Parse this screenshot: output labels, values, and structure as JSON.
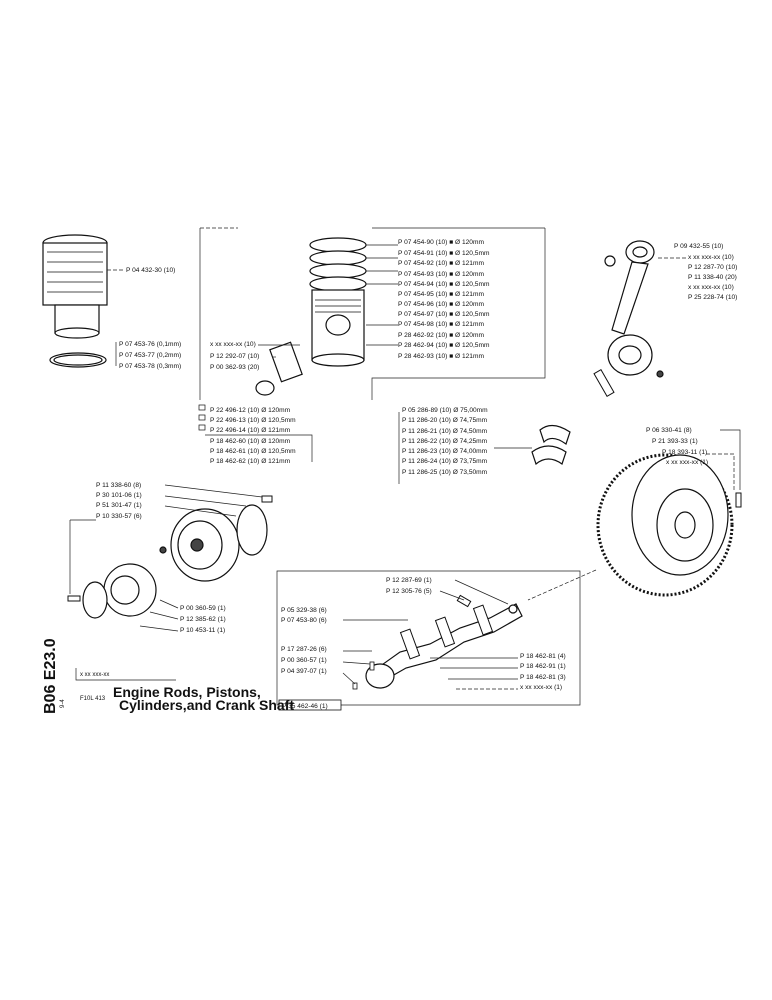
{
  "title_block": {
    "sheet_code": "B06 E23.0",
    "sheet_page": "9-4",
    "group_code": "x xx xxx-xx",
    "model_code": "F10L 413",
    "title_line_1": "Engine Rods, Pistons,",
    "title_line_2": "Cylinders,and Crank Shaft"
  },
  "labels": {
    "cylinder_liner": "P 04 432-30 (10)",
    "shim_1": "P 07 453-76 (0,1mm)",
    "shim_2": "P 07 453-77 (0,2mm)",
    "shim_3": "P 07 453-78 (0,3mm)",
    "ring_1": "P 07 454-90 (10) ■ Ø 120mm",
    "ring_2": "P 07 454-91 (10) ■ Ø 120,5mm",
    "ring_3": "P 07 454-92 (10) ■ Ø 121mm",
    "ring_4": "P 07 454-93 (10) ■ Ø 120mm",
    "ring_5": "P 07 454-94 (10) ■ Ø 120,5mm",
    "ring_6": "P 07 454-95 (10) ■ Ø 121mm",
    "ring_7": "P 07 454-96 (10) ■ Ø 120mm",
    "ring_8": "P 07 454-97 (10) ■ Ø 120,5mm",
    "ring_9": "P 07 454-98 (10) ■ Ø 121mm",
    "piston_1": "P 28 462-92 (10) ■ Ø 120mm",
    "piston_2": "P 28 462-94 (10) ■ Ø 120,5mm",
    "piston_3": "P 28 462-93 (10) ■ Ø 121mm",
    "piston_xx": "x xx xxx-xx (10)",
    "pin_retainer": "P 12 292-07 (10)",
    "piston_pin": "P 00 362-93 (20)",
    "liner_kit_1": "P 22 496-12 (10) Ø 120mm",
    "liner_kit_2": "P 22 496-13 (10) Ø 120,5mm",
    "liner_kit_3": "P 22 496-14 (10) Ø 121mm",
    "liner_set_1": "P 18 462-60 (10) Ø 120mm",
    "liner_set_2": "P 18 462-61 (10) Ø 120,5mm",
    "liner_set_3": "P 18 462-62 (10) Ø 121mm",
    "rod_assembly": "P 09 432-55 (10)",
    "rod_xx_1": "x xx xxx-xx (10)",
    "rod_bolt": "P 12 287-70 (10)",
    "rod_nut": "P 11 338-40 (20)",
    "rod_xx_2": "x xx xxx-xx (10)",
    "rod_bushing": "P 25 228-74 (10)",
    "bearing_1": "P 05 286-89 (10) Ø 75,00mm",
    "bearing_2": "P 11 286-20 (10) Ø 74,75mm",
    "bearing_3": "P 11 286-21 (10) Ø 74,50mm",
    "bearing_4": "P 11 286-22 (10) Ø 74,25mm",
    "bearing_5": "P 11 286-23 (10) Ø 74,00mm",
    "bearing_6": "P 11 286-24 (10) Ø 73,75mm",
    "bearing_7": "P 11 286-25 (10) Ø 73,50mm",
    "bearing_8": "",
    "flywheel_bolt": "P 06 330-41 (8)",
    "ring_gear": "P 21 393-33 (1)",
    "flywheel_1": "P 18 393-11 (1)",
    "flywheel_xx": "x xx xxx-xx (1)",
    "pulley_bolt": "P 11 338-60 (8)",
    "pulley_washer": "P 30 101-06 (1)",
    "pulley_plate": "P 51 301-47 (1)",
    "pulley_screw": "P 10 330-57 (6)",
    "damper": "P 00 360-59 (1)",
    "pulley": "P 12 385-62 (1)",
    "hub": "P 10 453-11 (1)",
    "crank_gear_pin": "P 12 287-69 (1)",
    "crank_plug": "P 12 305-76 (5)",
    "crank_key": "P 05 329-38 (6)",
    "crank_gear": "P 07 453-80 (6)",
    "crank_seal": "P 17 287-26 (6)",
    "crank_dowel": "P 00 360-57 (1)",
    "crank_pin": "P 04 397-07 (1)",
    "main_bearing_4": "P 18 462-81 (4)",
    "main_bearing_1": "P 18 462-91 (1)",
    "main_bearing_3": "P 18 462-81 (3)",
    "crank_xx": "x xx xxx-xx (1)",
    "crankshaft": "P 35 462-46 (1)"
  }
}
